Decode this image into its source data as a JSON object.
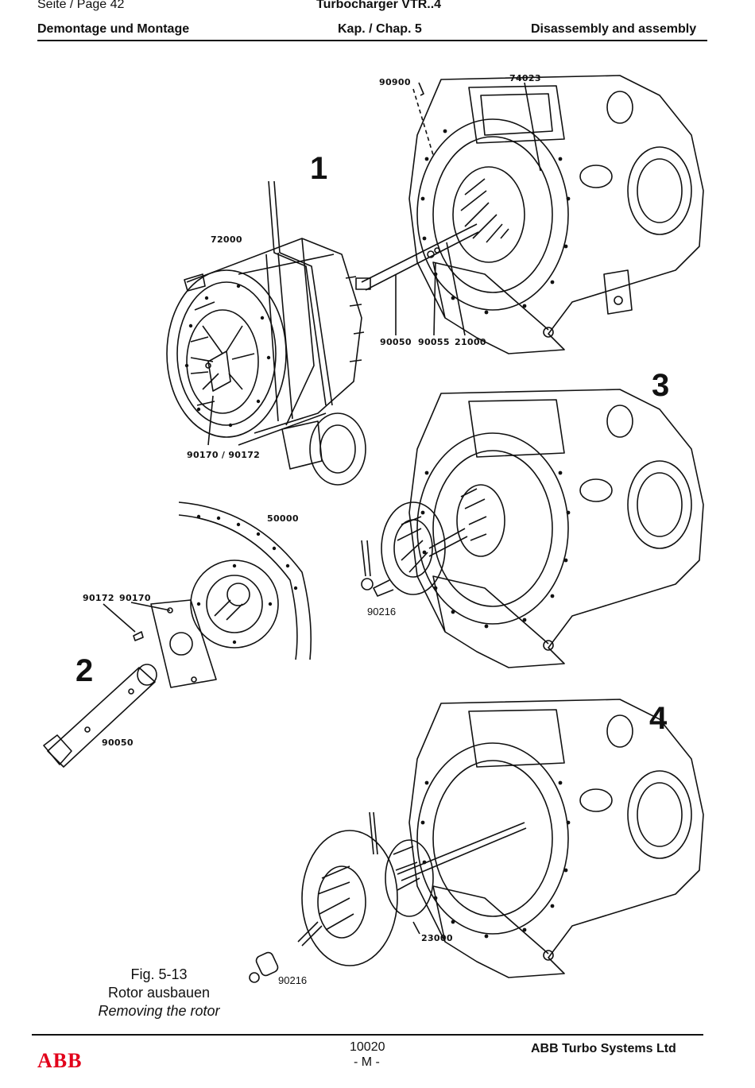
{
  "header": {
    "page": "Seite / Page  42",
    "product": "Turbocharger VTR..4",
    "left": "Demontage und Montage",
    "center": "Kap. / Chap. 5",
    "right": "Disassembly and assembly"
  },
  "figure": {
    "step_1": "1",
    "step_2": "2",
    "step_3": "3",
    "step_4": "4",
    "parts": {
      "p90900": "90900",
      "p74023": "74023",
      "p72000": "72000",
      "p90050a": "90050",
      "p90055": "90055",
      "p21000": "21000",
      "p90170_90172": "90170 / 90172",
      "p50000": "50000",
      "p90172": "90172",
      "p90170": "90170",
      "p90050b": "90050",
      "p90216a": "90216",
      "p23000": "23000",
      "p90216b": "90216"
    },
    "caption_number": "Fig. 5-13",
    "caption_de": "Rotor ausbauen",
    "caption_en": "Removing the rotor"
  },
  "footer": {
    "logo": "ABB",
    "doc_number": "10020",
    "revision": "- M -",
    "company": "ABB Turbo Systems Ltd"
  }
}
